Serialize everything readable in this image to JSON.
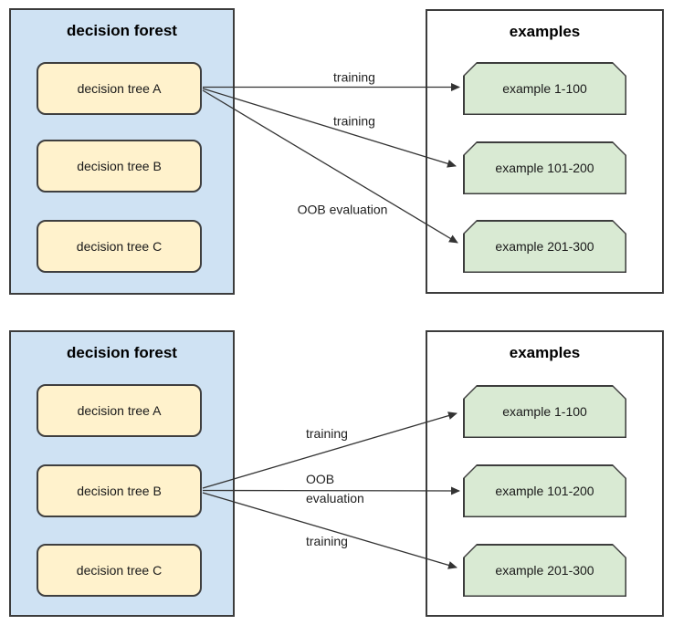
{
  "diagram": {
    "type": "decision-forest-oob-evaluation",
    "colors": {
      "forest_panel_fill": "#cfe2f3",
      "tree_node_fill": "#fff2cc",
      "example_node_fill": "#d9ead3",
      "examples_panel_fill": "#ffffff",
      "border": "#3c3c3c",
      "arrow": "#333333",
      "text": "#1a1a1a"
    }
  },
  "sections": [
    {
      "forest": {
        "title": "decision forest",
        "trees": [
          "decision tree A",
          "decision tree B",
          "decision tree C"
        ]
      },
      "examples": {
        "title": "examples",
        "items": [
          "example 1-100",
          "example 101-200",
          "example 201-300"
        ]
      },
      "arrows": [
        {
          "from": "decision tree A",
          "to": "example 1-100",
          "label": "training"
        },
        {
          "from": "decision tree A",
          "to": "example 101-200",
          "label": "training"
        },
        {
          "from": "decision tree A",
          "to": "example 201-300",
          "label": "OOB evaluation"
        }
      ]
    },
    {
      "forest": {
        "title": "decision forest",
        "trees": [
          "decision tree A",
          "decision tree B",
          "decision tree C"
        ]
      },
      "examples": {
        "title": "examples",
        "items": [
          "example 1-100",
          "example 101-200",
          "example 201-300"
        ]
      },
      "arrows": [
        {
          "from": "decision tree B",
          "to": "example 1-100",
          "label": "training"
        },
        {
          "from": "decision tree B",
          "to": "example 101-200",
          "label": "OOB evaluation"
        },
        {
          "from": "decision tree B",
          "to": "example 201-300",
          "label": "training"
        }
      ]
    }
  ]
}
